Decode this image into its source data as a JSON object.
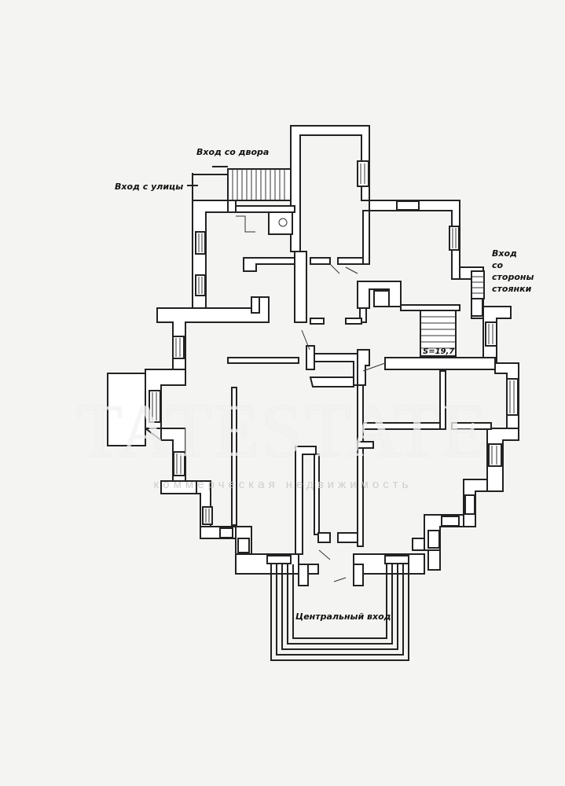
{
  "labels": {
    "yard_entrance": "Вход со двора",
    "street_entrance": "Вход с улицы",
    "parking_entrance_1": "Вход",
    "parking_entrance_2": "со",
    "parking_entrance_3": "стороны",
    "parking_entrance_4": "стоянки",
    "main_entrance": "Центральный вход",
    "area_note": "S=19,7"
  },
  "watermark": {
    "brand": "TATESTATE",
    "tagline": "коммерческая недвижимость"
  }
}
